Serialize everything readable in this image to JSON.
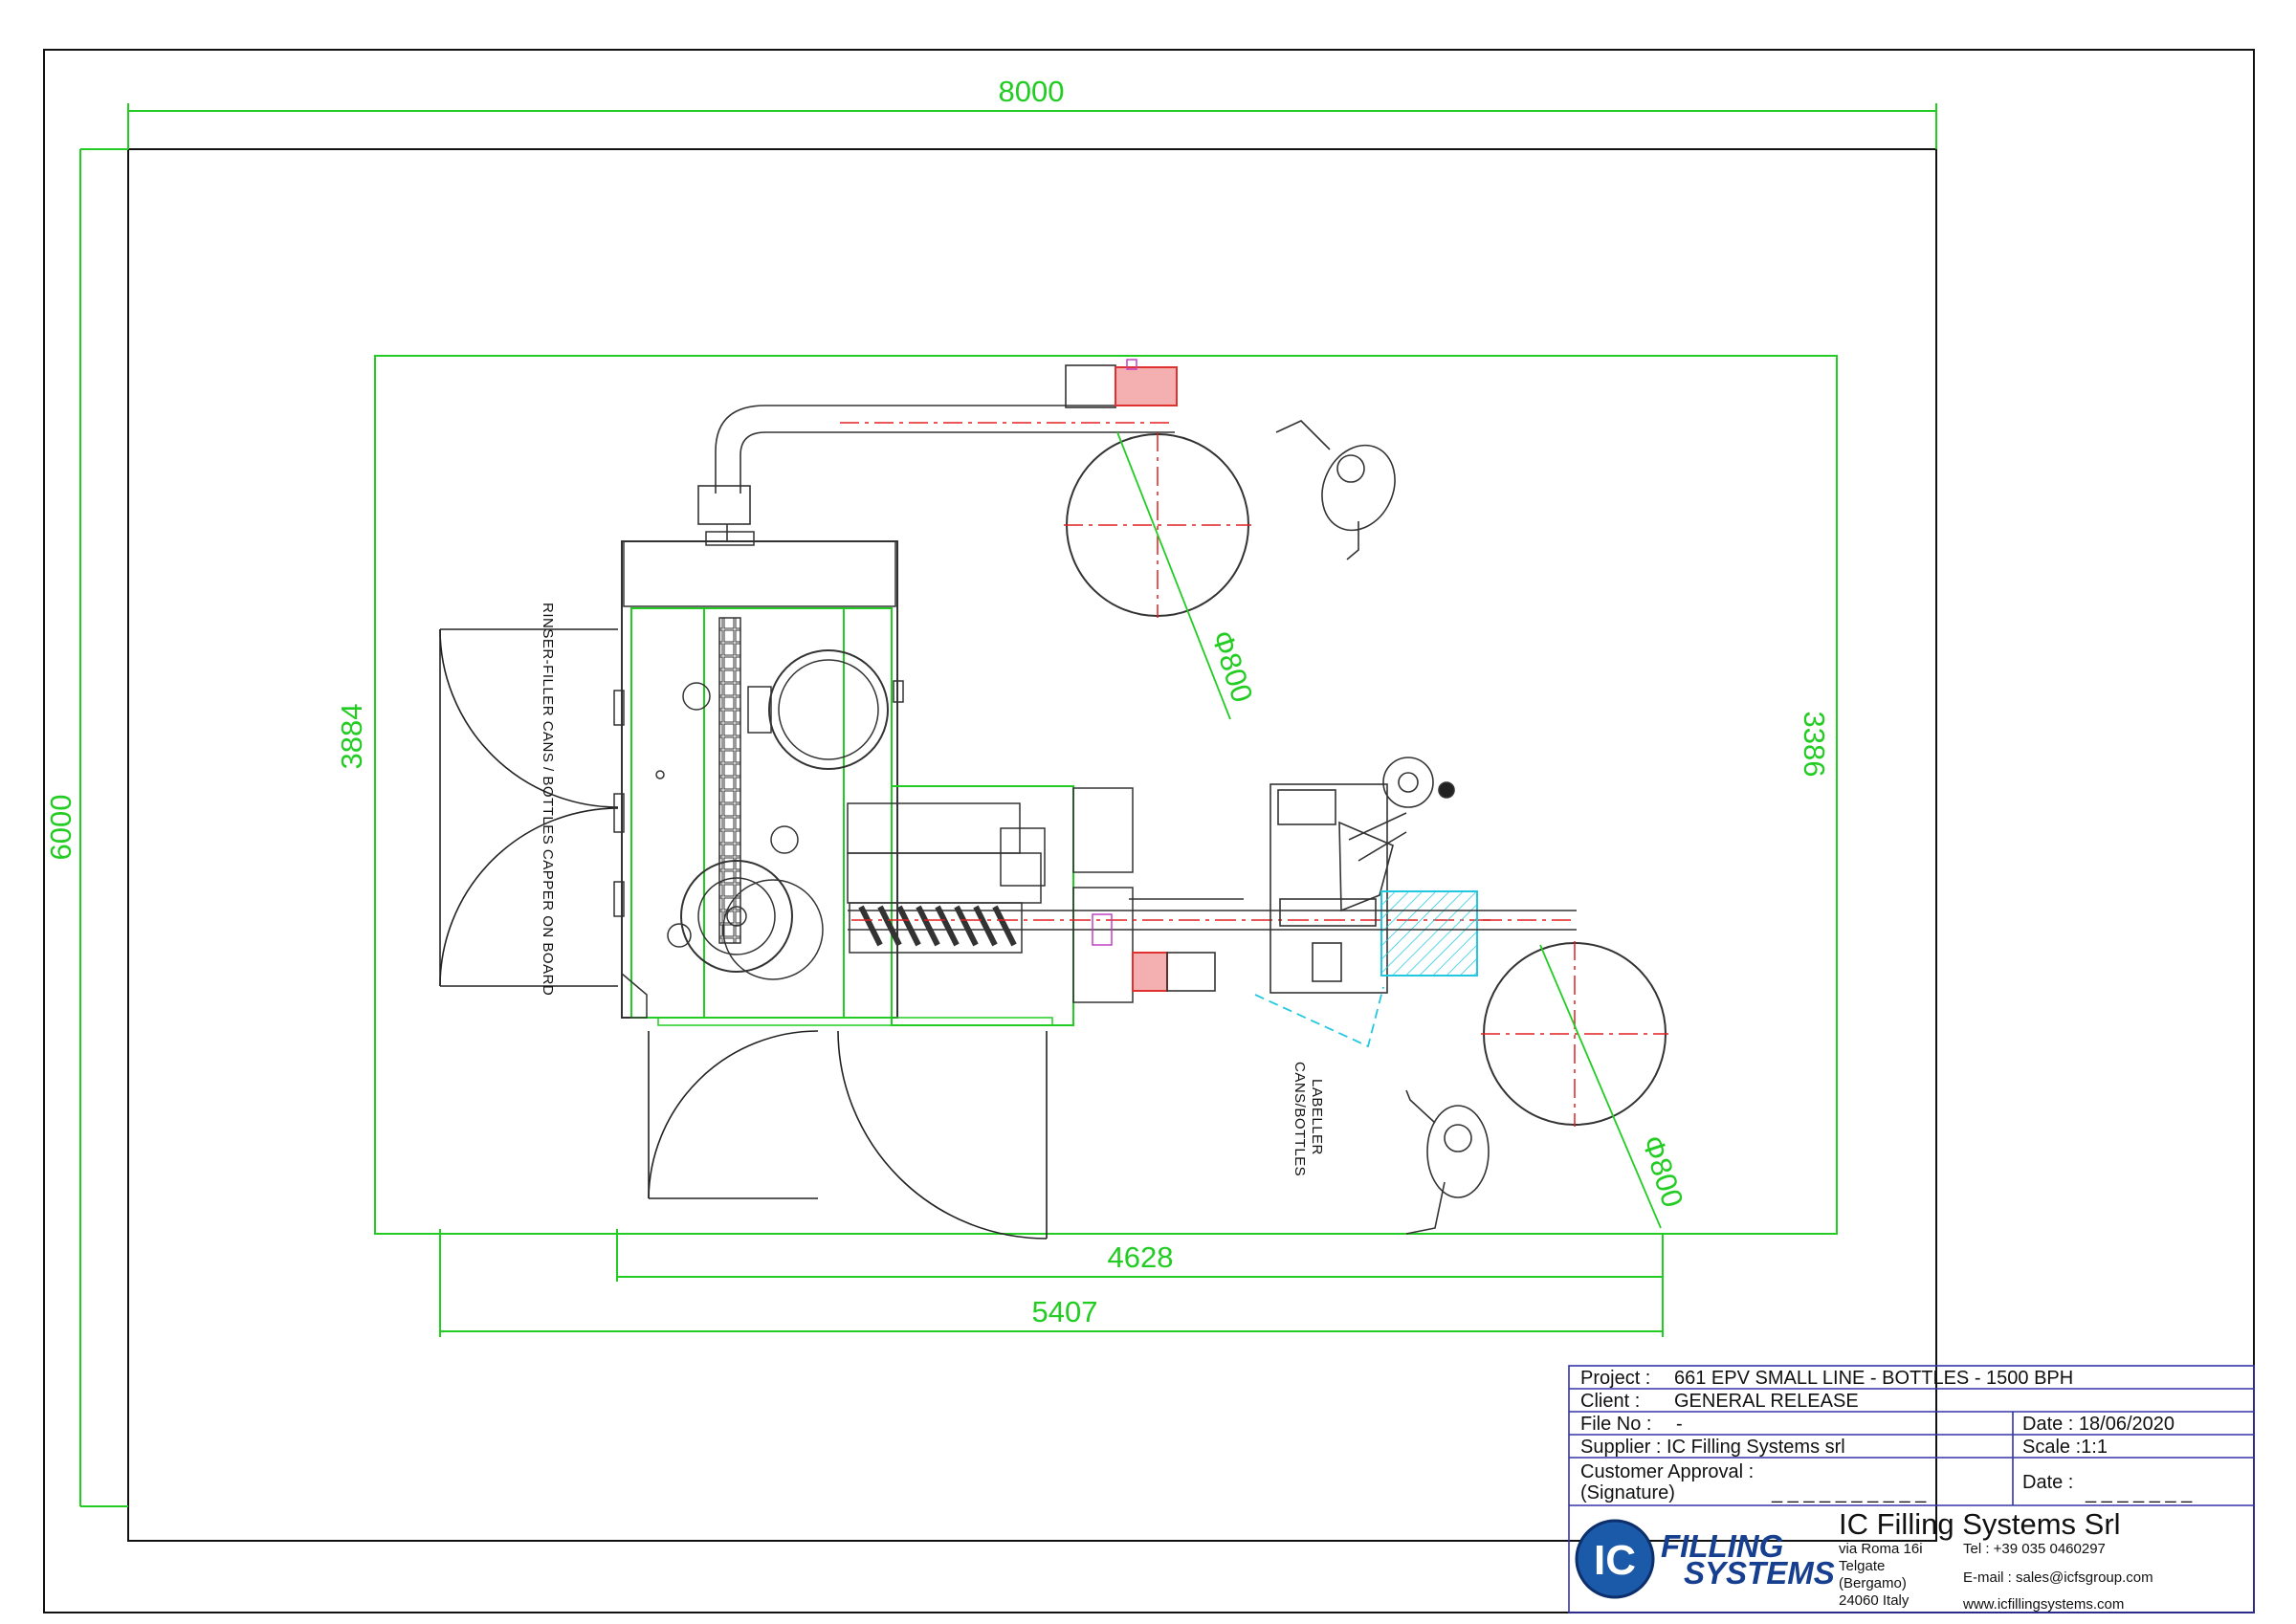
{
  "dimensions": {
    "overall_width": "8000",
    "overall_height": "6000",
    "footprint_height": "3884",
    "footprint_right_height": "3386",
    "length_inner": "4628",
    "length_outer": "5407",
    "table1_diameter": "Φ800",
    "table2_diameter": "Φ800"
  },
  "labels": {
    "rinser_filler": "RINSER-FILLER CANS / BOTTLES CAPPER ON BOARD",
    "labeller_line1": "LABELLER",
    "labeller_line2": "CANS/BOTTLES"
  },
  "title_block": {
    "project_label": "Project :",
    "project_value": "661 EPV SMALL LINE - BOTTLES - 1500 BPH",
    "client_label": "Client :",
    "client_value": "GENERAL RELEASE",
    "file_label": "File No :",
    "file_value": "-",
    "date_label": "Date : 18/06/2020",
    "supplier": "Supplier : IC Filling Systems srl",
    "scale": "Scale :1:1",
    "approval_line1": "Customer Approval :",
    "approval_line2": "(Signature)",
    "approval_blank": "_ _ _ _ _ _ _ _ _ _",
    "date2_label": "Date :",
    "date2_blank": "_ _ _ _ _ _ _",
    "company_name": "IC Filling Systems Srl",
    "address_line1": "via Roma 16i",
    "address_line2": "Telgate",
    "address_line3": "(Bergamo)",
    "address_line4": "24060 Italy",
    "phone": "Tel : +39 035 0460297",
    "email": "E-mail : sales@icfsgroup.com",
    "website": "www.icfillingsystems.com",
    "logo_line1": "FILLING",
    "logo_line2": "SYSTEMS",
    "logo_mark": "IC"
  },
  "colors": {
    "dimension": "#22cc22",
    "frame": "#3a3a3a",
    "centerline": "#e02020",
    "motor": "#e03030",
    "guard": "#22c8e0",
    "title_block": "#3333aa"
  }
}
